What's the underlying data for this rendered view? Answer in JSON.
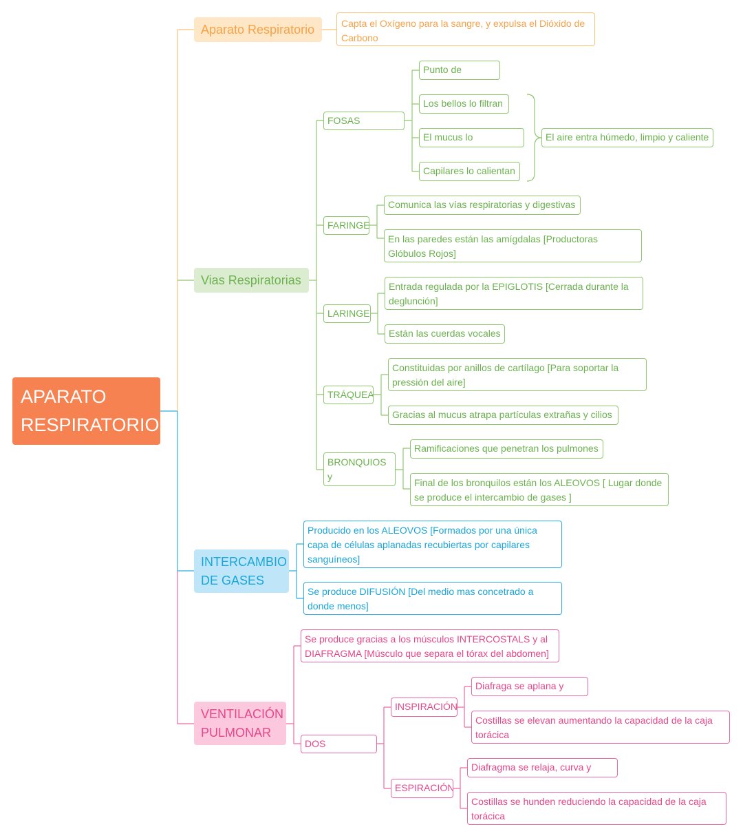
{
  "root": {
    "line1": "APARATO",
    "line2": "RESPIRATORIO"
  },
  "colors": {
    "root": "#f58250",
    "orange": "#f7a246",
    "green": "#6bb24e",
    "blue": "#1aa6d9",
    "pink": "#e6478a"
  },
  "aparato": {
    "label": "Aparato Respiratorio",
    "desc": "Capta el Oxígeno para la sangre, y expulsa el Dióxido de Carbono"
  },
  "vias": {
    "label": "Vias Respiratorias",
    "fosas": {
      "label": "FOSAS NASALES",
      "items": [
        "Punto de entrada",
        "Los bellos lo filtran",
        "El mucus lo humedece",
        "Capilares lo calientan"
      ],
      "summary": "El aire entra húmedo, limpio y caliente"
    },
    "faringe": {
      "label": "FARINGE",
      "items": [
        "Comunica las vías respiratorias y digestivas",
        "En las paredes están las amígdalas [Productoras Glóbulos Rojos]"
      ]
    },
    "laringe": {
      "label": "LARINGE",
      "items": [
        "Entrada regulada por la EPIGLOTIS [Cerrada durante la deglunción]",
        "Están las cuerdas vocales"
      ]
    },
    "traquea": {
      "label": "TRÁQUEA",
      "items": [
        "Constituidas por anillos de cartílago [Para soportar la pressión del aire]",
        "Gracias al mucus atrapa partículas extrañas y cilios"
      ]
    },
    "bronquios": {
      "label": "BRONQUIOS y BRONQUIOLOS",
      "items": [
        "Ramificaciones que penetran los pulmones",
        "Final de los bronquilos están los ALEOVOS [ Lugar donde se produce el intercambio de gases ]"
      ]
    }
  },
  "intercambio": {
    "line1": "INTERCAMBIO",
    "line2": "DE GASES",
    "items": [
      "Producido en los ALEOVOS [Formados por una única capa de células aplanadas recubiertas por capilares sanguíneos]",
      "Se produce DIFUSIÓN [Del medio mas concetrado a donde menos]"
    ]
  },
  "ventilacion": {
    "line1": "VENTILACIÓN",
    "line2": "PULMONAR",
    "item": "Se produce gracias a los músculos INTERCOSTALS y al DIAFRAGMA [Músculo que separa el tórax del abdomen]",
    "etapas": {
      "label": "DOS ETAPAS.....",
      "inspiracion": {
        "label": "INSPIRACIÓN",
        "items": [
          "Diafraga se aplana y baja",
          "Costillas se elevan aumentando la capacidad de la caja torácica"
        ]
      },
      "espiracion": {
        "label": "ESPIRACIÓN",
        "items": [
          "Diafragma se relaja, curva y sube",
          "Costillas se hunden reduciendo la capacidad de la caja torácica"
        ]
      }
    }
  }
}
